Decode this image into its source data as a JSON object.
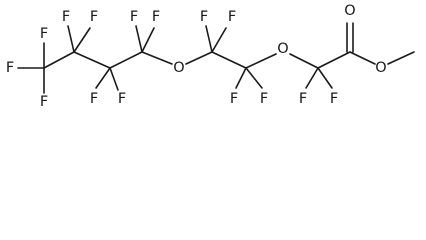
{
  "molecule": {
    "atoms": [
      {
        "id": "f1",
        "label": "F"
      },
      {
        "id": "f2",
        "label": "F"
      },
      {
        "id": "f3",
        "label": "F"
      },
      {
        "id": "f4",
        "label": "F"
      },
      {
        "id": "f5",
        "label": "F"
      },
      {
        "id": "f6",
        "label": "F"
      },
      {
        "id": "f7",
        "label": "F"
      },
      {
        "id": "f8",
        "label": "F"
      },
      {
        "id": "f9",
        "label": "F"
      },
      {
        "id": "o1",
        "label": "O"
      },
      {
        "id": "f10",
        "label": "F"
      },
      {
        "id": "f11",
        "label": "F"
      },
      {
        "id": "f12",
        "label": "F"
      },
      {
        "id": "f13",
        "label": "F"
      },
      {
        "id": "o2",
        "label": "O"
      },
      {
        "id": "f14",
        "label": "F"
      },
      {
        "id": "f15",
        "label": "F"
      },
      {
        "id": "o3",
        "label": "O"
      },
      {
        "id": "o4",
        "label": "O"
      }
    ]
  }
}
